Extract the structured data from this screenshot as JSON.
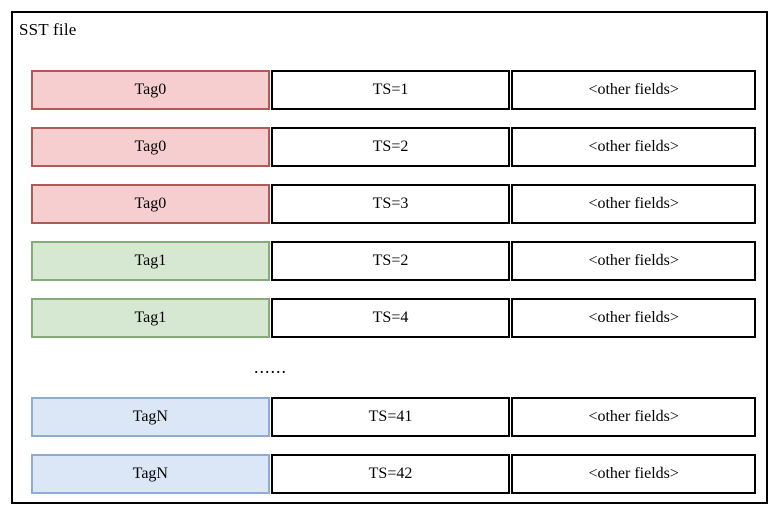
{
  "diagram": {
    "title": "SST file",
    "columns": [
      "tag",
      "timestamp",
      "other"
    ],
    "colors": {
      "tag0_fill": "#f6ced0",
      "tag0_border": "#b05a56",
      "tag1_fill": "#d6e8d2",
      "tag1_border": "#84ab78",
      "tagN_fill": "#dbe6f6",
      "tagN_border": "#8fadd4",
      "cell_border": "#000000",
      "container_border": "#000000",
      "background": "#ffffff"
    },
    "ellipsis": "......",
    "rows": [
      {
        "tag": "Tag0",
        "ts": "TS=1",
        "other": "<other fields>",
        "color": "pink"
      },
      {
        "tag": "Tag0",
        "ts": "TS=2",
        "other": "<other fields>",
        "color": "pink"
      },
      {
        "tag": "Tag0",
        "ts": "TS=3",
        "other": "<other fields>",
        "color": "pink"
      },
      {
        "tag": "Tag1",
        "ts": "TS=2",
        "other": "<other fields>",
        "color": "green"
      },
      {
        "tag": "Tag1",
        "ts": "TS=4",
        "other": "<other fields>",
        "color": "green"
      },
      {
        "tag": "TagN",
        "ts": "TS=41",
        "other": "<other fields>",
        "color": "blue"
      },
      {
        "tag": "TagN",
        "ts": "TS=42",
        "other": "<other fields>",
        "color": "blue"
      }
    ]
  }
}
